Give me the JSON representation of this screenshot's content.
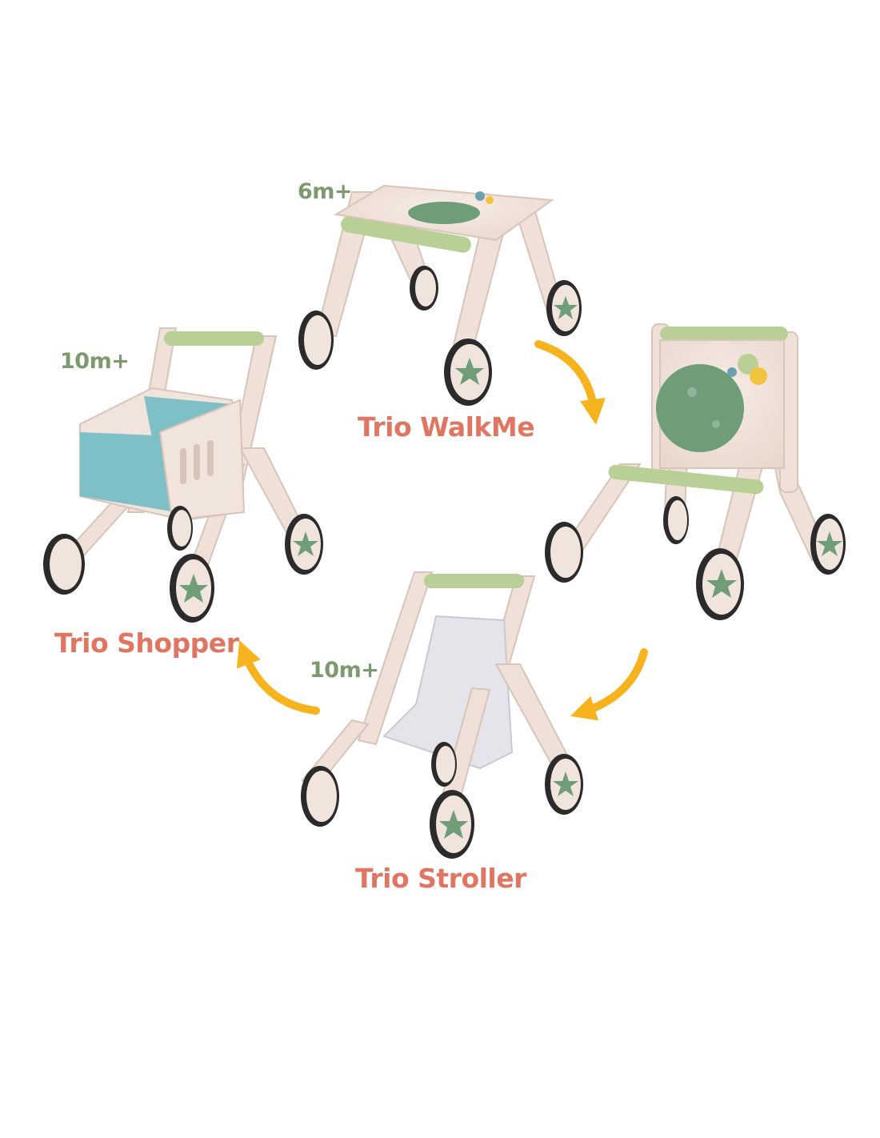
{
  "colors": {
    "background": "#ffffff",
    "age_text": "#7c9a6d",
    "name_text": "#e07561",
    "arrow": "#f6b31d",
    "wood": "#f1e4dc",
    "wood_edge": "#d8c4b8",
    "wheel_tire": "#2b2b2b",
    "star": "#6e9d78",
    "handle_green": "#b8cf96",
    "fabric_blue": "#7fbfc6",
    "fabric_grey": "#e4e4ea",
    "planet_green": "#6e9d78"
  },
  "modes": [
    {
      "age": "6m+",
      "name": "Trio WalkMe"
    },
    {
      "age": "10m+",
      "name": "Trio Shopper"
    },
    {
      "age": "10m+",
      "name": "Trio Stroller"
    }
  ],
  "icons": [
    "curved-arrow-icon",
    "star-wheel-icon",
    "planet-board-icon"
  ]
}
